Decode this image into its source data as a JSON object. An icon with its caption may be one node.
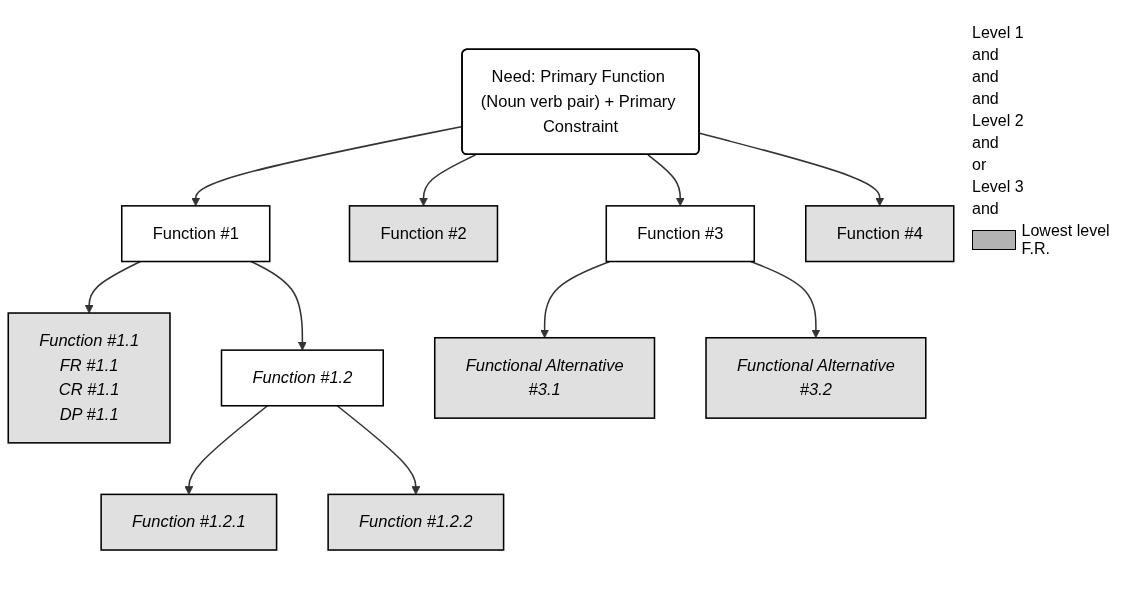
{
  "diagram": {
    "nodes": [
      {
        "text": [
          "Need: Primary Function (Noun verb pair) + Primary Constraint"
        ]
      },
      {
        "text": [
          "Function #1"
        ]
      },
      {
        "text": [
          "Function #2"
        ]
      },
      {
        "text": [
          "Function #3"
        ]
      },
      {
        "text": [
          "Function #4"
        ]
      },
      {
        "text": [
          "Function #1.1",
          "FR #1.1",
          "CR #1.1",
          "DP #1.1"
        ]
      },
      {
        "text": [
          "Function #1.2"
        ]
      },
      {
        "text": [
          "Functional Alternative",
          "#3.1"
        ]
      },
      {
        "text": [
          "Functional Alternative",
          "#3.2"
        ]
      },
      {
        "text": [
          "Function #1.2.1"
        ]
      },
      {
        "text": [
          "Function #1.2.2"
        ]
      }
    ],
    "edges": [
      {
        "from": 0,
        "to": 1,
        "arrow": "to"
      },
      {
        "from": 0,
        "to": 2,
        "arrow": "to"
      },
      {
        "from": 0,
        "to": 3,
        "arrow": "to"
      },
      {
        "from": 0,
        "to": 4,
        "arrow": "to"
      },
      {
        "from": 1,
        "to": 5,
        "arrow": "to"
      },
      {
        "from": 1,
        "to": 6,
        "arrow": "to"
      },
      {
        "from": 3,
        "to": 7,
        "arrow": "to"
      },
      {
        "from": 3,
        "to": 8,
        "arrow": "to"
      },
      {
        "from": 6,
        "to": 9,
        "arrow": "to"
      },
      {
        "from": 6,
        "to": 10,
        "arrow": "to"
      }
    ],
    "labels": [
      "Level 1",
      "and",
      "and",
      "and",
      "Level 2",
      "and",
      "or",
      "Level 3",
      "and"
    ],
    "legend": [
      {
        "text": "Lowest level F.R.",
        "color": "#b3b3b3"
      }
    ]
  }
}
